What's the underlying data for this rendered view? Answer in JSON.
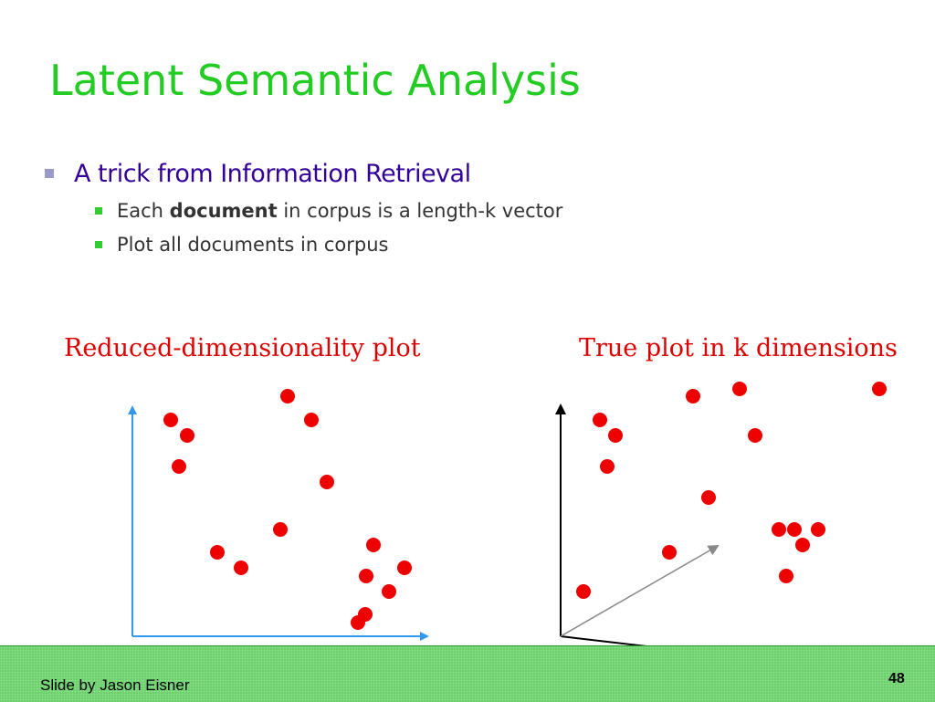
{
  "slide": {
    "title": "Latent Semantic Analysis",
    "bullet": "A trick from Information Retrieval",
    "sub1_before": "Each ",
    "sub1_bold": "document",
    "sub1_after": " in corpus is a length-k vector",
    "sub2": "Plot all documents in corpus",
    "caption_left": "Reduced-dimensionality plot",
    "caption_right": "True plot in k dimensions",
    "footer_credit": "Slide by Jason Eisner",
    "page_number": "48"
  },
  "colors": {
    "title": "#22cc22",
    "bullet_text": "#330099",
    "sub_text": "#333333",
    "caption": "#dd0000",
    "dot": "#ee0000",
    "left_axes": "#3399ee",
    "right_axes": "#000000",
    "vector_arrow": "#888888",
    "footer": "#66cc66"
  },
  "icons": {
    "bullet_l1": "square-bullet-icon",
    "bullet_l2": "square-bullet-icon",
    "axis_head": "arrowhead-icon"
  }
}
